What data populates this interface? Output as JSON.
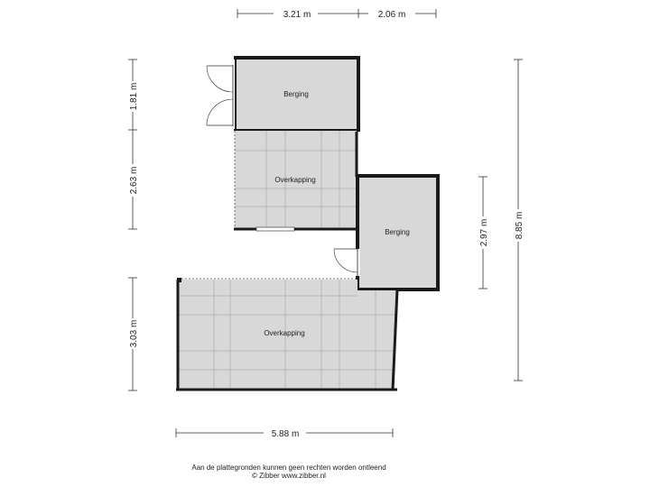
{
  "dimensions": {
    "top_left": "3.21 m",
    "top_right": "2.06 m",
    "left_upper": "1.81 m",
    "left_middle": "2.63 m",
    "left_lower": "3.03 m",
    "right_inner": "2.97 m",
    "right_outer": "8.85 m",
    "bottom": "5.88 m"
  },
  "rooms": {
    "berging_top": "Berging",
    "overkapping_top": "Overkapping",
    "berging_right": "Berging",
    "overkapping_bottom": "Overkapping"
  },
  "footer": {
    "disclaimer": "Aan de plattegronden kunnen geen rechten worden ontleend",
    "copyright": "© Zibber www.zibber.nl"
  },
  "colors": {
    "wall": "#1a1a1a",
    "floor": "#d8d8d8",
    "tile_line": "#9a9a9a"
  }
}
